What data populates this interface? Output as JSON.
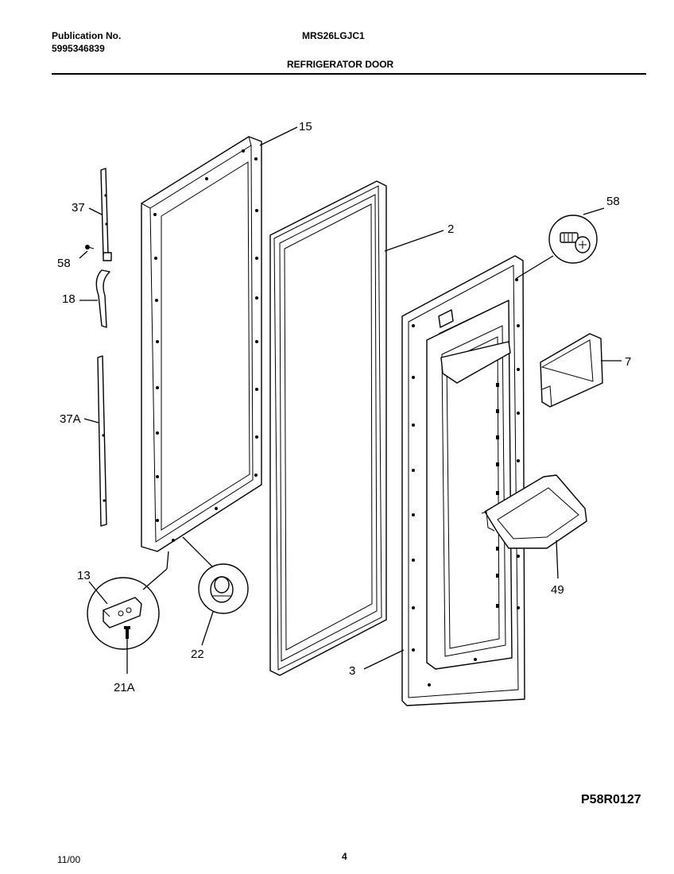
{
  "header": {
    "publication_label": "Publication No.",
    "publication_number": "5995346839",
    "model": "MRS26LGJC1",
    "section_title": "REFRIGERATOR DOOR"
  },
  "diagram": {
    "labels": {
      "p15": "15",
      "p2": "2",
      "p58_right": "58",
      "p37": "37",
      "p58_left": "58",
      "p18": "18",
      "p37A": "37A",
      "p7": "7",
      "p49": "49",
      "p13": "13",
      "p22": "22",
      "p21A": "21A",
      "p3": "3"
    },
    "drawing_code": "P58R0127"
  },
  "footer": {
    "date": "11/00",
    "page": "4"
  }
}
